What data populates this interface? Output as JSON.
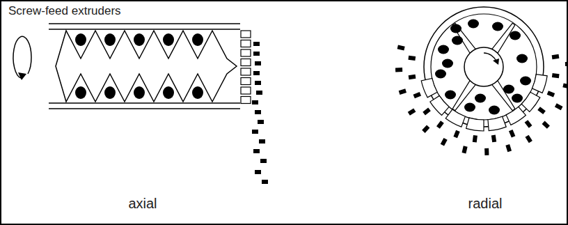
{
  "diagram": {
    "title": "Screw-feed extruders",
    "labels": [
      "axial",
      "radial"
    ]
  }
}
